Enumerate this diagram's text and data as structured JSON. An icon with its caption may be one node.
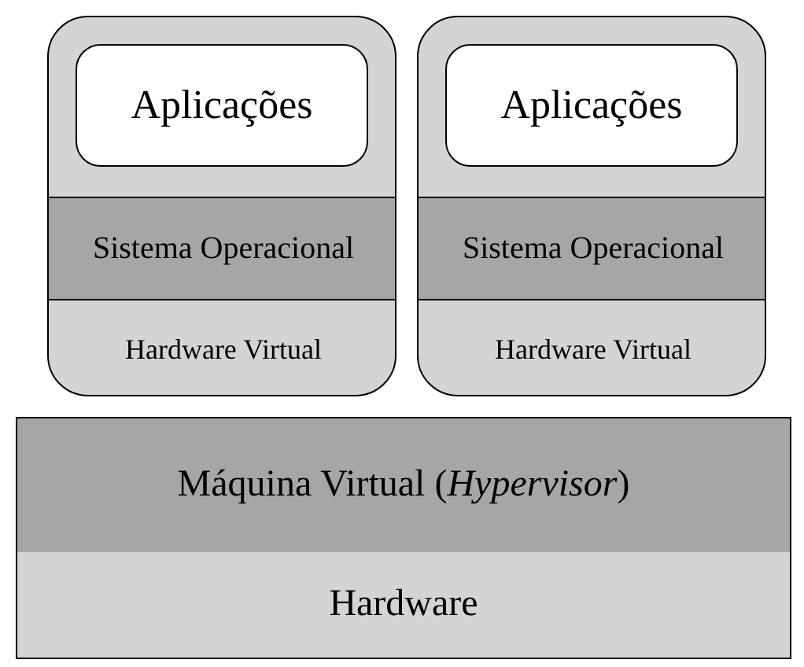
{
  "diagram": {
    "nodes": [
      {
        "text": [],
        "shape": "box"
      },
      {
        "text": [
          "Aplicações"
        ],
        "in": 0
      },
      {
        "text": [
          "Sistema Operacional"
        ],
        "in": 0
      },
      {
        "text": [
          "Hardware Virtual"
        ],
        "in": 0
      },
      {
        "text": [],
        "shape": "box"
      },
      {
        "text": [
          "Aplicações"
        ],
        "in": 4
      },
      {
        "text": [
          "Sistema Operacional"
        ],
        "in": 4
      },
      {
        "text": [
          "Hardware Virtual"
        ],
        "in": 4
      },
      {
        "text": [
          "Máquina Virtual (*Hypervisor*)"
        ]
      },
      {
        "text": [
          "Hardware"
        ]
      }
    ],
    "edges": []
  }
}
